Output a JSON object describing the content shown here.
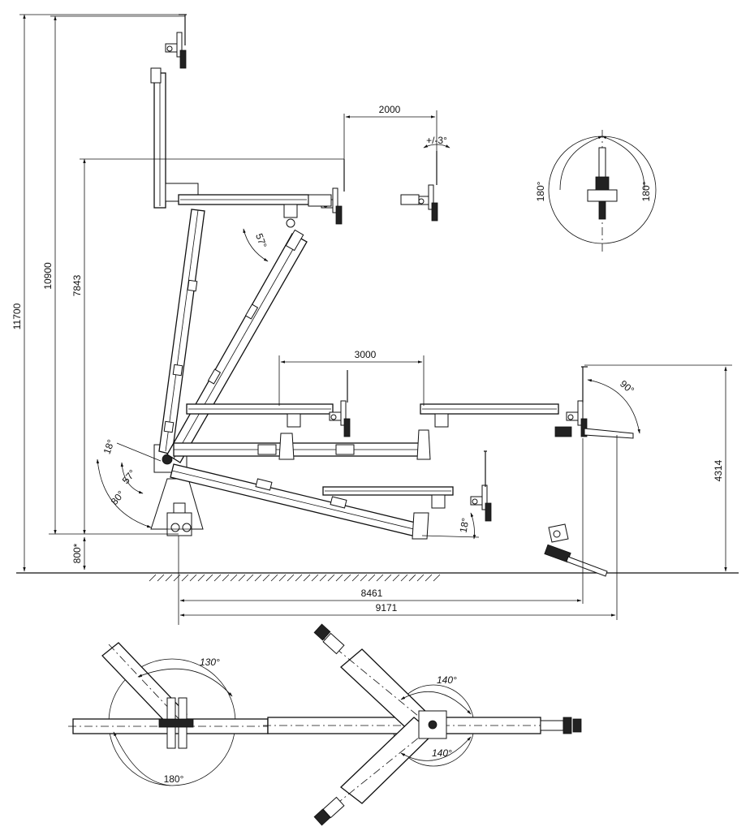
{
  "dimensions": {
    "d11700": "11700",
    "d10900": "10900",
    "d7843": "7843",
    "d800": "800*",
    "d4314": "4314",
    "d2000": "2000",
    "d3000": "3000",
    "d8461": "8461",
    "d9171": "9171",
    "tilt": "+/-3°"
  },
  "angles": {
    "a57_top": "57°",
    "a18_left": "18°",
    "a57_left": "57°",
    "a80": "80°",
    "a18_right": "18°",
    "a90": "90°",
    "rot_left": "180°",
    "rot_right": "180°",
    "slew_130": "130°",
    "slew_180": "180°",
    "slew_140_top": "140°",
    "slew_140_bottom": "140°"
  }
}
